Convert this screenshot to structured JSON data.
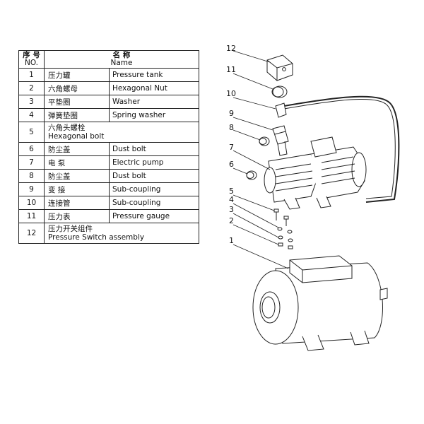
{
  "table": {
    "header": {
      "no_zh": "序 号",
      "no_en": "NO.",
      "name_zh": "名 称",
      "name_en": "Name"
    },
    "rows": [
      {
        "no": "1",
        "zh": "压力罐",
        "en": "Pressure tank"
      },
      {
        "no": "2",
        "zh": "六角螺母",
        "en": "Hexagonal Nut"
      },
      {
        "no": "3",
        "zh": "平垫圈",
        "en": "Washer"
      },
      {
        "no": "4",
        "zh": "弹簧垫圈",
        "en": "Spring washer"
      },
      {
        "no": "5",
        "zh": "六角头螺栓",
        "en": "Hexagonal bolt"
      },
      {
        "no": "6",
        "zh": "防尘盖",
        "en": "Dust bolt"
      },
      {
        "no": "7",
        "zh": "电  泵",
        "en": "Electric pump"
      },
      {
        "no": "8",
        "zh": "防尘盖",
        "en": "Dust bolt"
      },
      {
        "no": "9",
        "zh": "变  接",
        "en": "Sub-coupling"
      },
      {
        "no": "10",
        "zh": "连接管",
        "en": "Sub-coupling"
      },
      {
        "no": "11",
        "zh": "压力表",
        "en": "Pressure gauge"
      },
      {
        "no": "12",
        "zh": "压力开关组件",
        "en": "Pressure Switch assembly"
      }
    ]
  },
  "diagram": {
    "callouts": [
      "12",
      "11",
      "10",
      "9",
      "8",
      "7",
      "6",
      "5",
      "4",
      "3",
      "2",
      "1"
    ]
  }
}
